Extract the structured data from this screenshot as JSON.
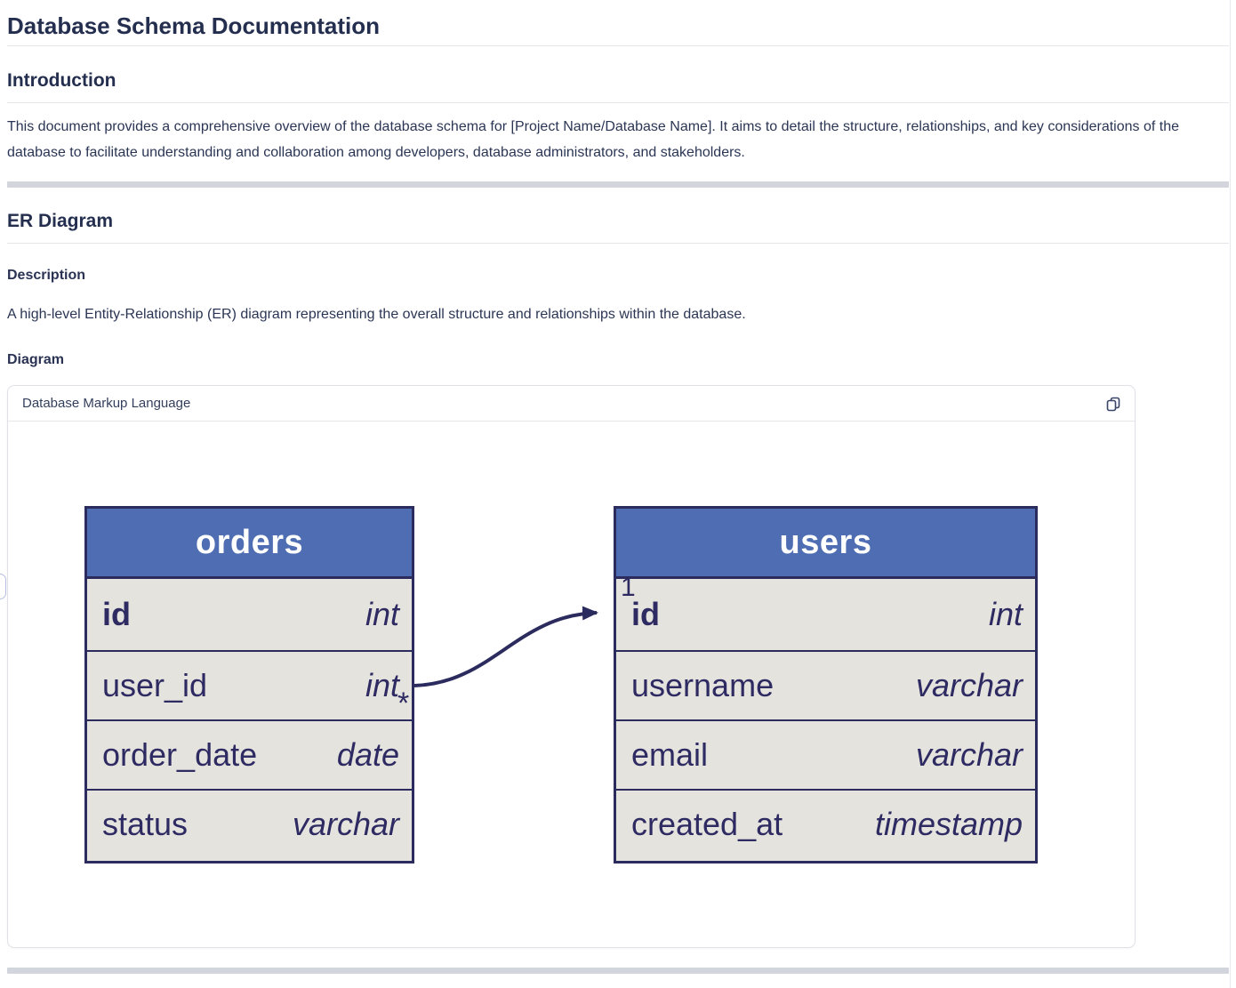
{
  "page": {
    "title": "Database Schema Documentation"
  },
  "introduction": {
    "heading": "Introduction",
    "body": "This document provides a comprehensive overview of the database schema for [Project Name/Database Name]. It aims to detail the structure, relationships, and key considerations of the database to facilitate understanding and collaboration among developers, database administrators, and stakeholders."
  },
  "er_diagram": {
    "heading": "ER Diagram",
    "description_heading": "Description",
    "description_body": "A high-level Entity-Relationship (ER) diagram representing the overall structure and relationships within the database.",
    "diagram_heading": "Diagram"
  },
  "code_block": {
    "language_label": "Database Markup Language",
    "copy_icon": "copy-icon"
  },
  "diagram": {
    "tables": [
      {
        "name": "orders",
        "fields": [
          {
            "name": "id",
            "type": "int"
          },
          {
            "name": "user_id",
            "type": "int"
          },
          {
            "name": "order_date",
            "type": "date"
          },
          {
            "name": "status",
            "type": "varchar"
          }
        ]
      },
      {
        "name": "users",
        "fields": [
          {
            "name": "id",
            "type": "int"
          },
          {
            "name": "username",
            "type": "varchar"
          },
          {
            "name": "email",
            "type": "varchar"
          },
          {
            "name": "created_at",
            "type": "timestamp"
          }
        ]
      }
    ],
    "relationship": {
      "from": "orders.user_id",
      "to": "users.id",
      "many_label": "*",
      "one_label": "1"
    },
    "colors": {
      "header_bg": "#4e6db2",
      "row_bg": "#e5e3de",
      "border": "#2b2b5e",
      "header_text": "#ffffff"
    }
  }
}
